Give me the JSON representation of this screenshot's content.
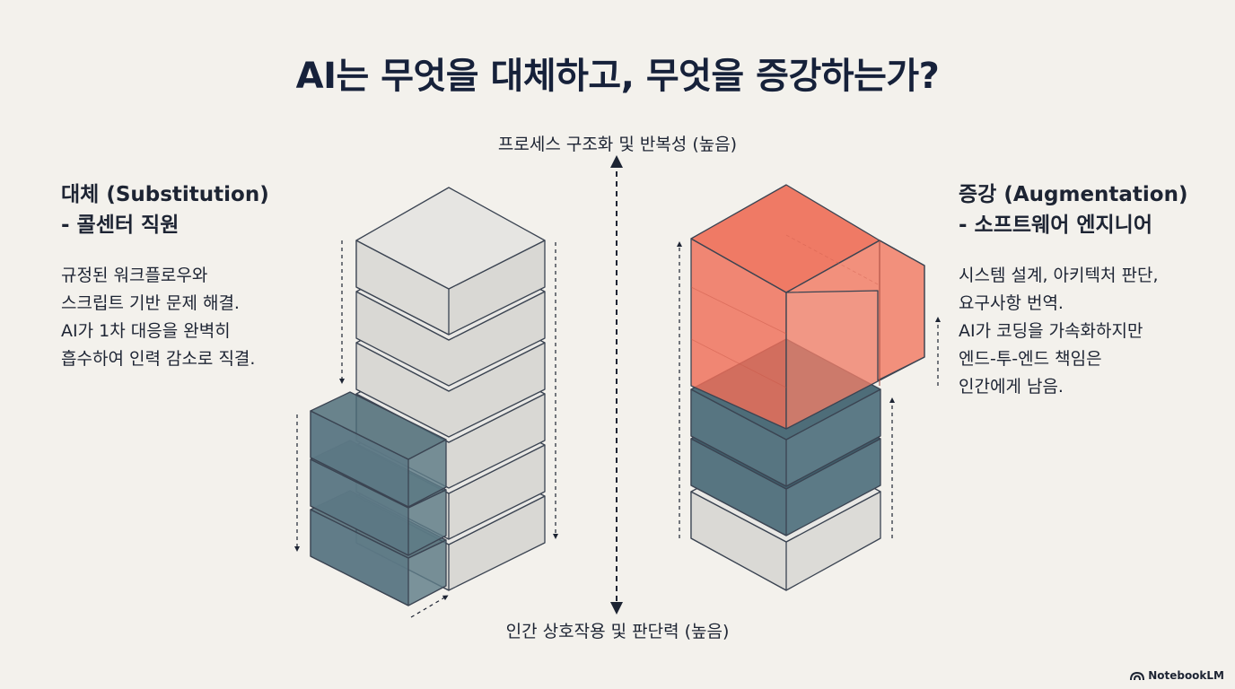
{
  "title": "AI는 무엇을 대체하고, 무엇을 증강하는가?",
  "axis": {
    "top_label": "프로세스 구조화 및 반복성 (높음)",
    "bottom_label": "인간 상호작용 및 판단력 (높음)"
  },
  "left": {
    "title_line1": "대체 (Substitution)",
    "title_line2": "- 콜센터 직원",
    "body": [
      "규정된 워크플로우와",
      "스크립트 기반 문제 해결.",
      "AI가 1차 대응을 완벽히",
      "흡수하여 인력 감소로 직결."
    ]
  },
  "right": {
    "title_line1": "증강 (Augmentation)",
    "title_line2": "- 소프트웨어 엔지니어",
    "body": [
      "시스템 설계, 아키텍처 판단,",
      "요구사항 번역.",
      "AI가 코딩을 가속화하지만",
      "엔드-투-엔드 책임은",
      "인간에게 남음."
    ]
  },
  "watermark": "NotebookLM",
  "colors": {
    "background": "#f3f1ec",
    "block_light": "#e4e3e0",
    "block_teal": "#4f6e7a",
    "block_coral": "#ef6e58",
    "ink": "#1d2433"
  }
}
